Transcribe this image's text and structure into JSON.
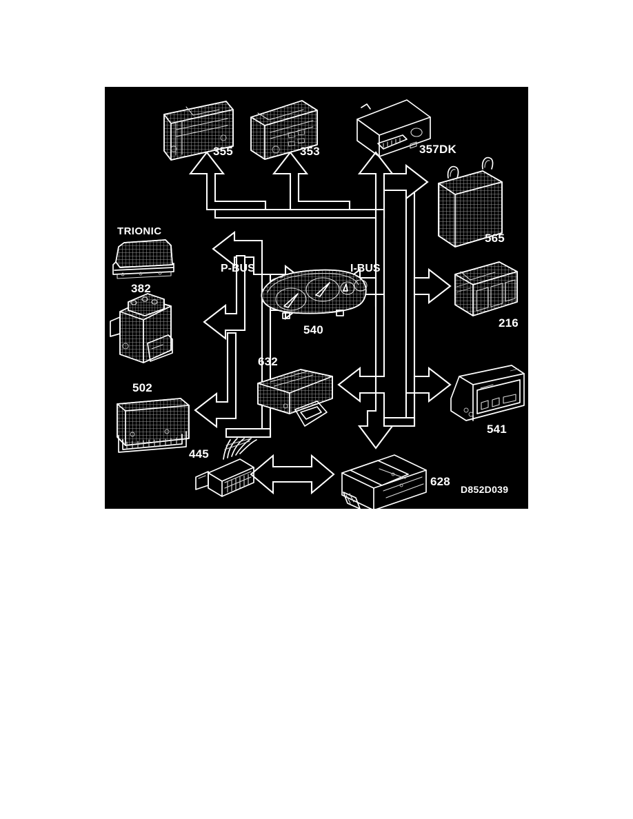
{
  "figure": {
    "id_watermark": "D852D039",
    "background_color": "#000000",
    "line_color": "#ffffff",
    "bus_labels": {
      "p_bus": "P-BUS",
      "i_bus": "I-BUS"
    },
    "components": [
      {
        "key": "c355",
        "label": "355",
        "row": "top",
        "style": "textured"
      },
      {
        "key": "c353",
        "label": "353",
        "row": "top",
        "style": "textured"
      },
      {
        "key": "c357dk",
        "label": "357DK",
        "row": "top",
        "style": "outline"
      },
      {
        "key": "c565",
        "label": "565",
        "row": "right-upper",
        "style": "textured"
      },
      {
        "key": "c216",
        "label": "216",
        "row": "right-mid",
        "style": "textured"
      },
      {
        "key": "c541",
        "label": "541",
        "row": "right-lower",
        "style": "outline"
      },
      {
        "key": "ctrionic",
        "label": "TRIONIC",
        "row": "left-upper",
        "style": "textured"
      },
      {
        "key": "c382",
        "label": "382",
        "row": "left-mid",
        "style": "textured"
      },
      {
        "key": "c502",
        "label": "502",
        "row": "left-lower",
        "style": "textured"
      },
      {
        "key": "c540",
        "label": "540",
        "row": "center",
        "style": "textured"
      },
      {
        "key": "c632",
        "label": "632",
        "row": "center-lower",
        "style": "textured"
      },
      {
        "key": "c445",
        "label": "445",
        "row": "bottom-left",
        "style": "outline"
      },
      {
        "key": "c628",
        "label": "628",
        "row": "bottom",
        "style": "outline"
      }
    ],
    "connections": [
      {
        "from": "i-bus-trunk",
        "to": "c355",
        "direction": "up"
      },
      {
        "from": "i-bus-trunk",
        "to": "c353",
        "direction": "up"
      },
      {
        "from": "i-bus-trunk",
        "to": "c357dk",
        "direction": "up"
      },
      {
        "from": "i-bus-trunk",
        "to": "c565",
        "direction": "right"
      },
      {
        "from": "i-bus-trunk",
        "to": "c216",
        "direction": "right"
      },
      {
        "from": "i-bus-trunk",
        "to": "c541",
        "direction": "right"
      },
      {
        "from": "i-bus-trunk",
        "to": "c540",
        "direction": "left"
      },
      {
        "from": "i-bus-trunk",
        "to": "c632",
        "direction": "left"
      },
      {
        "from": "i-bus-trunk",
        "to": "c628",
        "direction": "down"
      },
      {
        "from": "p-bus-trunk",
        "to": "ctrionic",
        "direction": "left"
      },
      {
        "from": "p-bus-trunk",
        "to": "c382",
        "direction": "left"
      },
      {
        "from": "p-bus-trunk",
        "to": "c502",
        "direction": "left"
      },
      {
        "from": "p-bus-trunk",
        "to": "c540",
        "direction": "right"
      },
      {
        "from": "c445",
        "to": "c628",
        "direction": "bidirectional"
      }
    ]
  }
}
